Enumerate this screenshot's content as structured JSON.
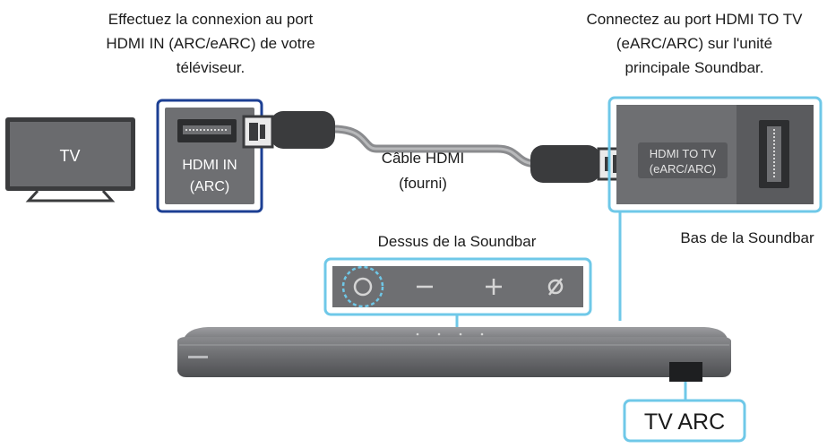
{
  "tv": {
    "label": "TV"
  },
  "tv_port": {
    "line1": "HDMI IN",
    "line2": "(ARC)"
  },
  "soundbar_port": {
    "line1": "HDMI TO TV",
    "line2": "(eARC/ARC)"
  },
  "instructions": {
    "left": [
      "Effectuez la connexion au port",
      "HDMI IN (ARC/eARC) de votre",
      "téléviseur."
    ],
    "right": [
      "Connectez au port HDMI TO TV",
      "(eARC/ARC) sur l'unité",
      "principale Soundbar."
    ]
  },
  "cable": {
    "line1": "Câble HDMI",
    "line2": "(fourni)"
  },
  "labels": {
    "top_of_soundbar": "Dessus de la Soundbar",
    "bottom_of_soundbar": "Bas de la Soundbar",
    "tv_arc": "TV ARC"
  },
  "control_buttons": [
    {
      "icon": "power-icon",
      "symbol": "○"
    },
    {
      "icon": "volume-down-icon",
      "symbol": "−"
    },
    {
      "icon": "volume-up-icon",
      "symbol": "+"
    },
    {
      "icon": "mute-icon",
      "symbol": "ø"
    }
  ],
  "colors": {
    "accent_blue": "#1c3f93",
    "highlight_cyan": "#6fc8e8",
    "panel_grey": "#6e6f72",
    "dark_grey": "#4a4b4d"
  }
}
